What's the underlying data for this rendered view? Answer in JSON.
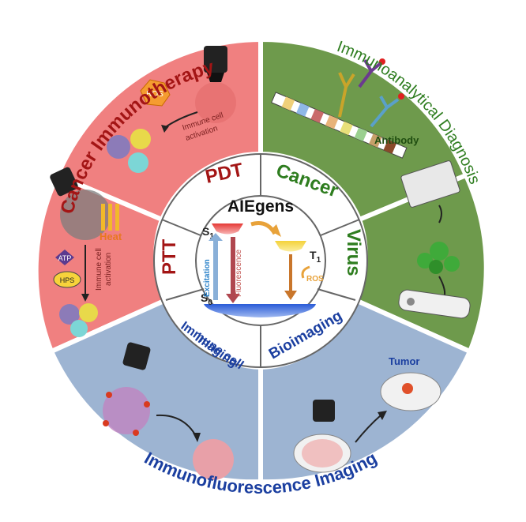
{
  "center": {
    "title": "AIEgens",
    "s1": "S",
    "s1_sub": "1",
    "t1": "T",
    "t1_sub": "1",
    "s0": "S",
    "s0_sub": "0",
    "excitation": "Excitation",
    "fluorescence": "Fluorescence",
    "ros": "ROS"
  },
  "inner_labels": {
    "pdt": "PDT",
    "ptt": "PTT",
    "cancer": "Cancer",
    "virus": "Virus",
    "immune_cell_line1": "Immune cell",
    "immune_cell_line2": "imaging",
    "bioimaging": "Bioimaging"
  },
  "outer_titles": {
    "cancer_immunotherapy": "Cancer Immunotherapy",
    "immunoanalytical_diagnosis": "Immunoanalytical Diagnosis",
    "immunofluorescence_imaging": "Immunofluorescence Imaging"
  },
  "panels": {
    "ros_badge": "ROS",
    "pdt_activation_line1": "Immune cell",
    "pdt_activation_line2": "activation",
    "heat": "Heat",
    "atp": "ATP",
    "hps": "HPS",
    "ptt_activation_line1": "Immune cell",
    "ptt_activation_line2": "activation",
    "antibody": "Antibody",
    "tumor": "Tumor"
  },
  "colors": {
    "red_panel": "#f08080",
    "green_panel": "#6e9a4c",
    "blue_panel": "#9db4d2",
    "red_text": "#a31515",
    "green_text": "#2e7d1f",
    "blue_text": "#1b3fa0"
  }
}
